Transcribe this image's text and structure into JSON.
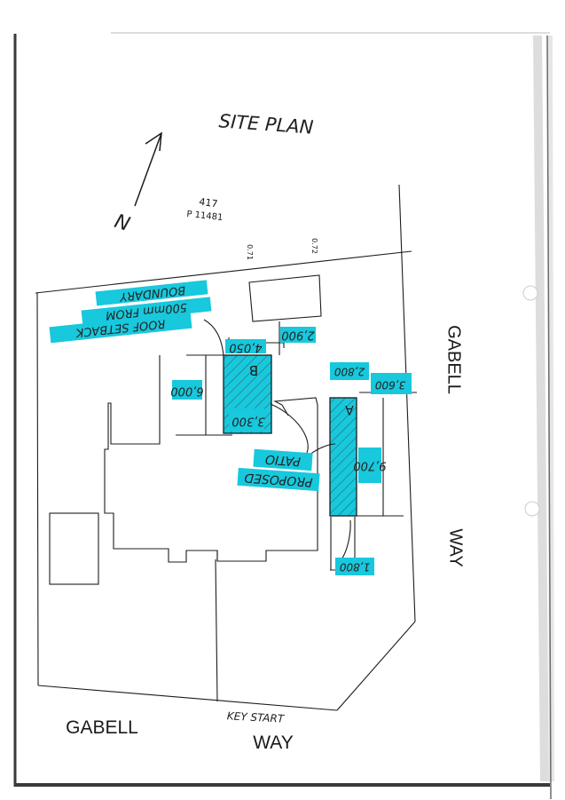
{
  "title": "SITE PLAN",
  "lot_number": "417",
  "plan_number": "P 11481",
  "north_label": "N",
  "boundary_offsets": [
    "0.71",
    "0.72"
  ],
  "setback_note": [
    "BOUNDARY",
    "500mm FROM",
    "ROOF SETBACK"
  ],
  "dimensions": {
    "b_width": "4,050",
    "rear_gap": "2,900",
    "b_depth": "6,000",
    "b_height": "3,300",
    "a_width": "2,800",
    "a_side": "3,600",
    "a_length": "9,700",
    "a_bottom": "1,800"
  },
  "area_labels": {
    "a": "A",
    "b": "B"
  },
  "patio_label": [
    "PROPOSED",
    "PATIO"
  ],
  "streets": {
    "right_top": "GABELL",
    "right_bottom": "WAY",
    "bottom_left": "GABELL",
    "bottom_right": "WAY"
  },
  "kerb_note": "KEY START",
  "colors": {
    "highlight": "#18c8dc",
    "line": "#1c1c1c",
    "paper": "#ffffff",
    "scan_edge": "#555555"
  }
}
